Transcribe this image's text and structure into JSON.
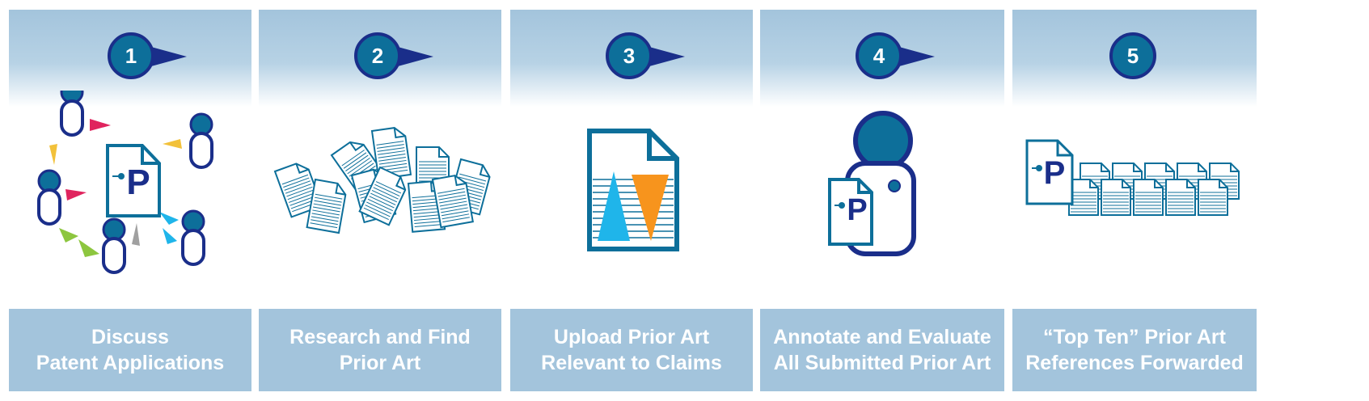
{
  "colors": {
    "panel_blue": "#a3c4dc",
    "badge_fill": "#0d6f9a",
    "navy": "#1a2e8a",
    "doc_teal": "#0d6f9a",
    "accent_pink": "#e0245e",
    "accent_yellow": "#f2c13a",
    "accent_orange": "#f7941d",
    "accent_green": "#8dc63f",
    "accent_cyan": "#1fb5ea",
    "accent_gray": "#a0a0a0"
  },
  "steps": [
    {
      "number": "1",
      "caption_lines": [
        "Discuss",
        "Patent Applications"
      ],
      "illustration": "people-discussing-document-icon",
      "document_letter": "P",
      "has_arrow": true
    },
    {
      "number": "2",
      "caption_lines": [
        "Research and Find",
        "Prior Art"
      ],
      "illustration": "document-pile-icon",
      "has_arrow": true
    },
    {
      "number": "3",
      "caption_lines": [
        "Upload Prior Art",
        "Relevant to Claims"
      ],
      "illustration": "document-with-triangles-icon",
      "has_arrow": true
    },
    {
      "number": "4",
      "caption_lines": [
        "Annotate and Evaluate",
        "All Submitted Prior Art"
      ],
      "illustration": "person-holding-document-icon",
      "document_letter": "P",
      "has_arrow": true
    },
    {
      "number": "5",
      "caption_lines": [
        "“Top Ten” Prior Art",
        "References Forwarded"
      ],
      "illustration": "document-with-ten-references-icon",
      "document_letter": "P",
      "has_arrow": false
    }
  ]
}
